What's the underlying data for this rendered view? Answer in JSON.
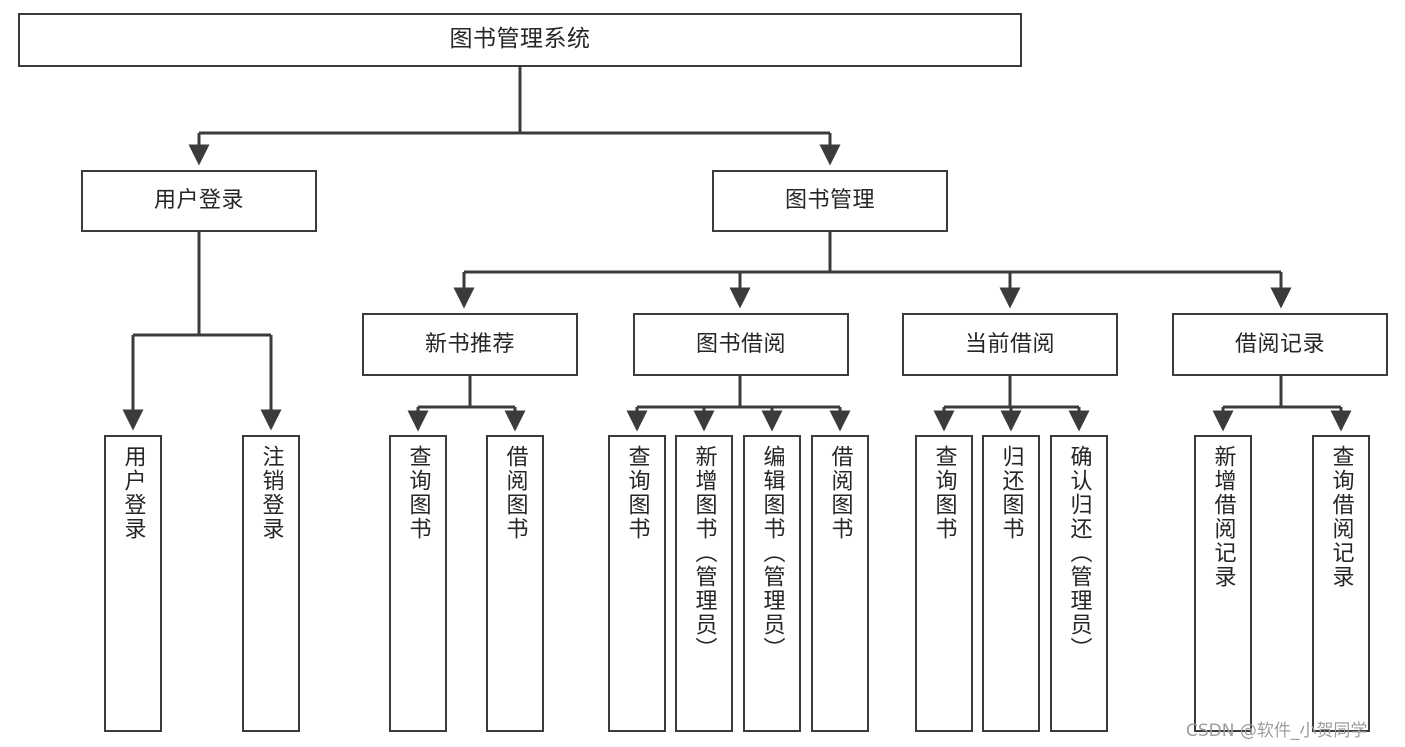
{
  "title": "图书管理系统",
  "watermark": "CSDN @软件_小贺同学",
  "colors": {
    "stroke": "#3b3b3b",
    "background": "#ffffff",
    "text": "#262626",
    "watermark": "#9d9d9d"
  },
  "chart_data": {
    "type": "diagram",
    "diagram_kind": "tree / functional decomposition",
    "title": "图书管理系统",
    "orientation": "top-down",
    "levels": 4,
    "nodes": [
      {
        "id": "root",
        "label": "图书管理系统",
        "level": 0,
        "parent": null,
        "orientation": "horizontal"
      },
      {
        "id": "login",
        "label": "用户登录",
        "level": 1,
        "parent": "root",
        "orientation": "horizontal"
      },
      {
        "id": "bookmgmt",
        "label": "图书管理",
        "level": 1,
        "parent": "root",
        "orientation": "horizontal"
      },
      {
        "id": "newbook",
        "label": "新书推荐",
        "level": 2,
        "parent": "bookmgmt",
        "orientation": "horizontal"
      },
      {
        "id": "borrow",
        "label": "图书借阅",
        "level": 2,
        "parent": "bookmgmt",
        "orientation": "horizontal"
      },
      {
        "id": "current",
        "label": "当前借阅",
        "level": 2,
        "parent": "bookmgmt",
        "orientation": "horizontal"
      },
      {
        "id": "record",
        "label": "借阅记录",
        "level": 2,
        "parent": "bookmgmt",
        "orientation": "horizontal"
      },
      {
        "id": "leaf-user-login",
        "label": "用户登录",
        "level": 2,
        "parent": "login",
        "orientation": "vertical"
      },
      {
        "id": "leaf-logout",
        "label": "注销登录",
        "level": 2,
        "parent": "login",
        "orientation": "vertical"
      },
      {
        "id": "leaf-query-book-1",
        "label": "查询图书",
        "level": 3,
        "parent": "newbook",
        "orientation": "vertical"
      },
      {
        "id": "leaf-borrow-book-1",
        "label": "借阅图书",
        "level": 3,
        "parent": "newbook",
        "orientation": "vertical"
      },
      {
        "id": "leaf-query-book-2",
        "label": "查询图书",
        "level": 3,
        "parent": "borrow",
        "orientation": "vertical"
      },
      {
        "id": "leaf-add-book",
        "label": "新增图书（管理员）",
        "level": 3,
        "parent": "borrow",
        "orientation": "vertical"
      },
      {
        "id": "leaf-edit-book",
        "label": "编辑图书（管理员）",
        "level": 3,
        "parent": "borrow",
        "orientation": "vertical"
      },
      {
        "id": "leaf-borrow-book-2",
        "label": "借阅图书",
        "level": 3,
        "parent": "borrow",
        "orientation": "vertical"
      },
      {
        "id": "leaf-query-book-3",
        "label": "查询图书",
        "level": 3,
        "parent": "current",
        "orientation": "vertical"
      },
      {
        "id": "leaf-return-book",
        "label": "归还图书",
        "level": 3,
        "parent": "current",
        "orientation": "vertical"
      },
      {
        "id": "leaf-confirm-return",
        "label": "确认归还（管理员）",
        "level": 3,
        "parent": "current",
        "orientation": "vertical"
      },
      {
        "id": "leaf-add-record",
        "label": "新增借阅记录",
        "level": 3,
        "parent": "record",
        "orientation": "vertical"
      },
      {
        "id": "leaf-query-record",
        "label": "查询借阅记录",
        "level": 3,
        "parent": "record",
        "orientation": "vertical"
      }
    ],
    "edges": [
      {
        "from": "root",
        "to": "login"
      },
      {
        "from": "root",
        "to": "bookmgmt"
      },
      {
        "from": "login",
        "to": "leaf-user-login"
      },
      {
        "from": "login",
        "to": "leaf-logout"
      },
      {
        "from": "bookmgmt",
        "to": "newbook"
      },
      {
        "from": "bookmgmt",
        "to": "borrow"
      },
      {
        "from": "bookmgmt",
        "to": "current"
      },
      {
        "from": "bookmgmt",
        "to": "record"
      },
      {
        "from": "newbook",
        "to": "leaf-query-book-1"
      },
      {
        "from": "newbook",
        "to": "leaf-borrow-book-1"
      },
      {
        "from": "borrow",
        "to": "leaf-query-book-2"
      },
      {
        "from": "borrow",
        "to": "leaf-add-book"
      },
      {
        "from": "borrow",
        "to": "leaf-edit-book"
      },
      {
        "from": "borrow",
        "to": "leaf-borrow-book-2"
      },
      {
        "from": "current",
        "to": "leaf-query-book-3"
      },
      {
        "from": "current",
        "to": "leaf-return-book"
      },
      {
        "from": "current",
        "to": "leaf-confirm-return"
      },
      {
        "from": "record",
        "to": "leaf-add-record"
      },
      {
        "from": "record",
        "to": "leaf-query-record"
      }
    ]
  },
  "nodes": {
    "root": "图书管理系统",
    "login": "用户登录",
    "bookmgmt": "图书管理",
    "newbook": "新书推荐",
    "borrow": "图书借阅",
    "current": "当前借阅",
    "record": "借阅记录",
    "leaf_user_login": "用户登录",
    "leaf_logout": "注销登录",
    "leaf_query_book_1": "查询图书",
    "leaf_borrow_book_1": "借阅图书",
    "leaf_query_book_2": "查询图书",
    "leaf_add_book": "新增图书（管理员）",
    "leaf_edit_book": "编辑图书（管理员）",
    "leaf_borrow_book_2": "借阅图书",
    "leaf_query_book_3": "查询图书",
    "leaf_return_book": "归还图书",
    "leaf_confirm_return": "确认归还（管理员）",
    "leaf_add_record": "新增借阅记录",
    "leaf_query_record": "查询借阅记录"
  }
}
